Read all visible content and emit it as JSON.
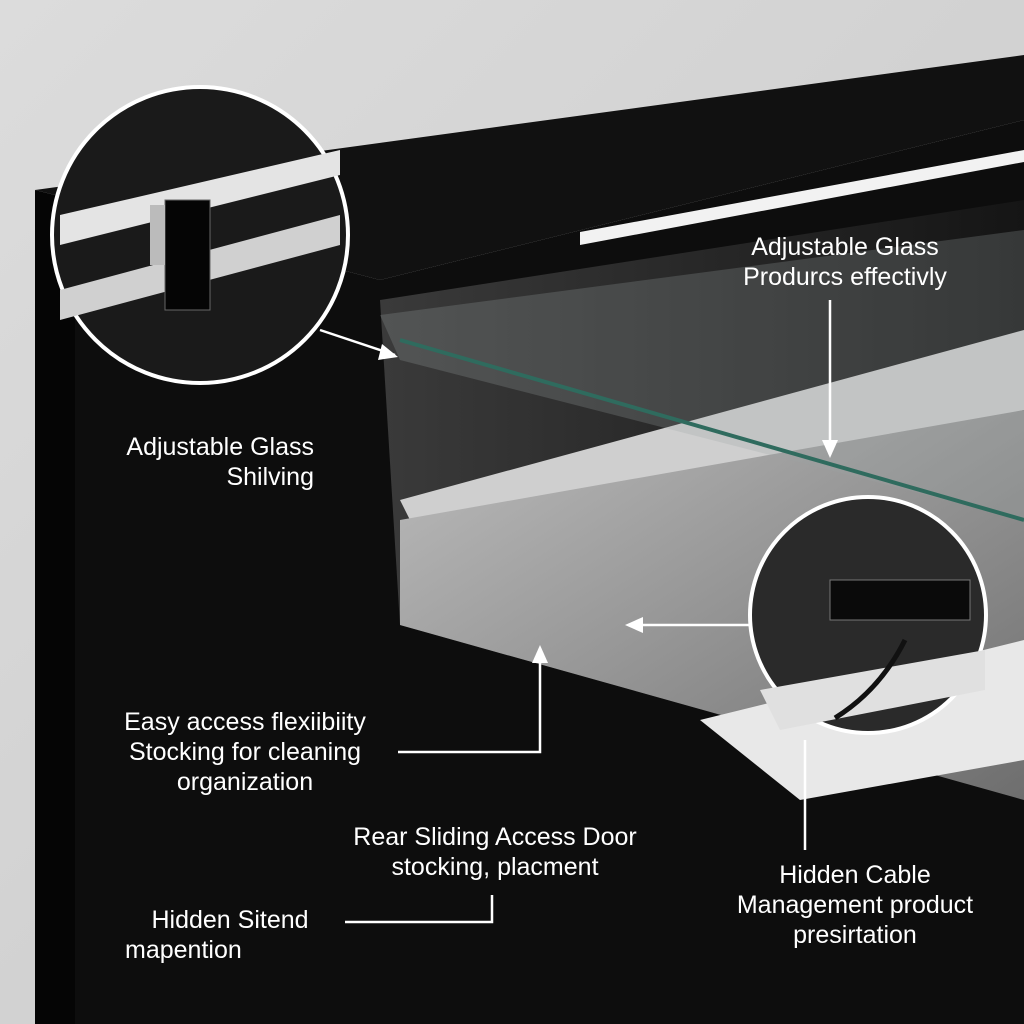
{
  "labels": {
    "glass_top": {
      "line1": "Adjustable Glass",
      "line2": "Produrcs effectivly"
    },
    "glass_shelving": {
      "line1": "Adjustable Glass",
      "line2": "Shilving"
    },
    "easy_access": {
      "line1": "Easy access flexiibiity",
      "line2": "Stocking for cleaning",
      "line3": "organization"
    },
    "rear_door": {
      "line1": "Rear Sliding Access Door",
      "line2": "stocking, placment"
    },
    "hidden_sitend": {
      "line1": "Hidden Sitend",
      "line2": "mapention"
    },
    "hidden_cable": {
      "line1": "Hidden Cable",
      "line2": "Management product",
      "line3": "presirtation"
    }
  },
  "colors": {
    "cabinet": "#0c0c0c",
    "background": "#d6d6d6",
    "glass_edge": "#2f6b5e",
    "label": "#ffffff"
  }
}
